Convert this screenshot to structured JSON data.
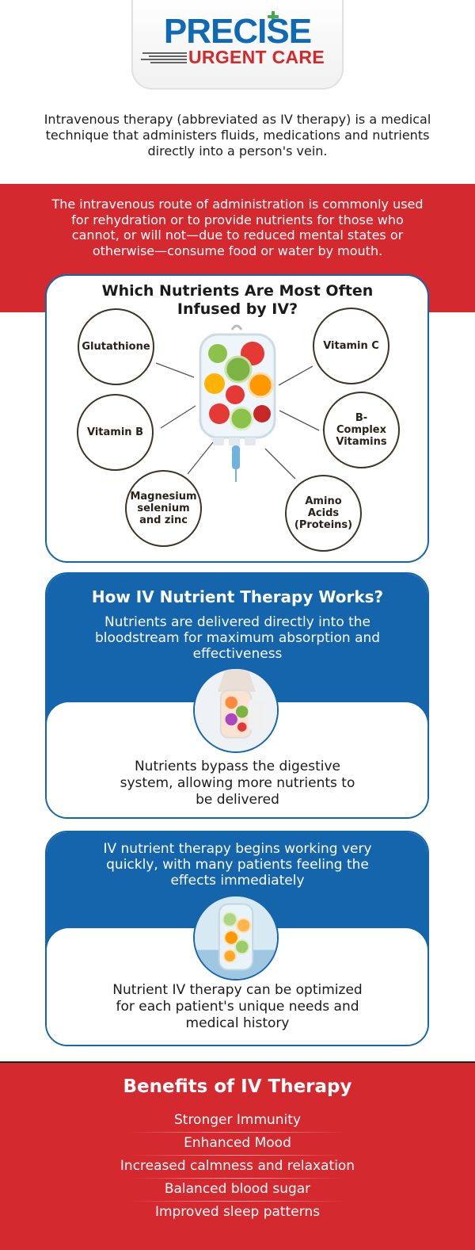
{
  "logo": {
    "word1": "PRECISE",
    "word2": "URGENT CARE"
  },
  "intro": "Intravenous therapy (abbreviated as IV therapy) is a medical technique that administers fluids, medications and nutrients directly into a person's vein.",
  "red_band": "The intravenous route of administration is commonly used for rehydration or to provide nutrients for those who cannot, or will not—due to reduced mental states or otherwise—consume food or water by mouth.",
  "nutrients": {
    "title": "Which Nutrients Are Most Often Infused by IV?",
    "items": [
      "Glutathione",
      "Vitamin C",
      "Vitamin B",
      "B-Complex Vitamins",
      "Magnesium selenium and zinc",
      "Amino Acids (Proteins)"
    ]
  },
  "works": {
    "title": "How IV Nutrient Therapy Works?",
    "blue_text": "Nutrients are delivered directly into the bloodstream for maximum absorption and effectiveness",
    "white_text": "Nutrients bypass the digestive system, allowing more nutrients to be delivered"
  },
  "quick": {
    "blue_text": "IV nutrient therapy begins working very quickly, with many patients feeling the effects immediately",
    "white_text": "Nutrient IV therapy can be optimized for each patient's unique needs and medical history"
  },
  "benefits": {
    "title": "Benefits of IV Therapy",
    "items": [
      "Stronger Immunity",
      "Enhanced Mood",
      "Increased calmness and relaxation",
      "Balanced blood sugar",
      "Improved sleep patterns"
    ]
  },
  "colors": {
    "brand_blue": "#1565ad",
    "brand_red": "#d3292f",
    "accent_green": "#49a84a"
  }
}
